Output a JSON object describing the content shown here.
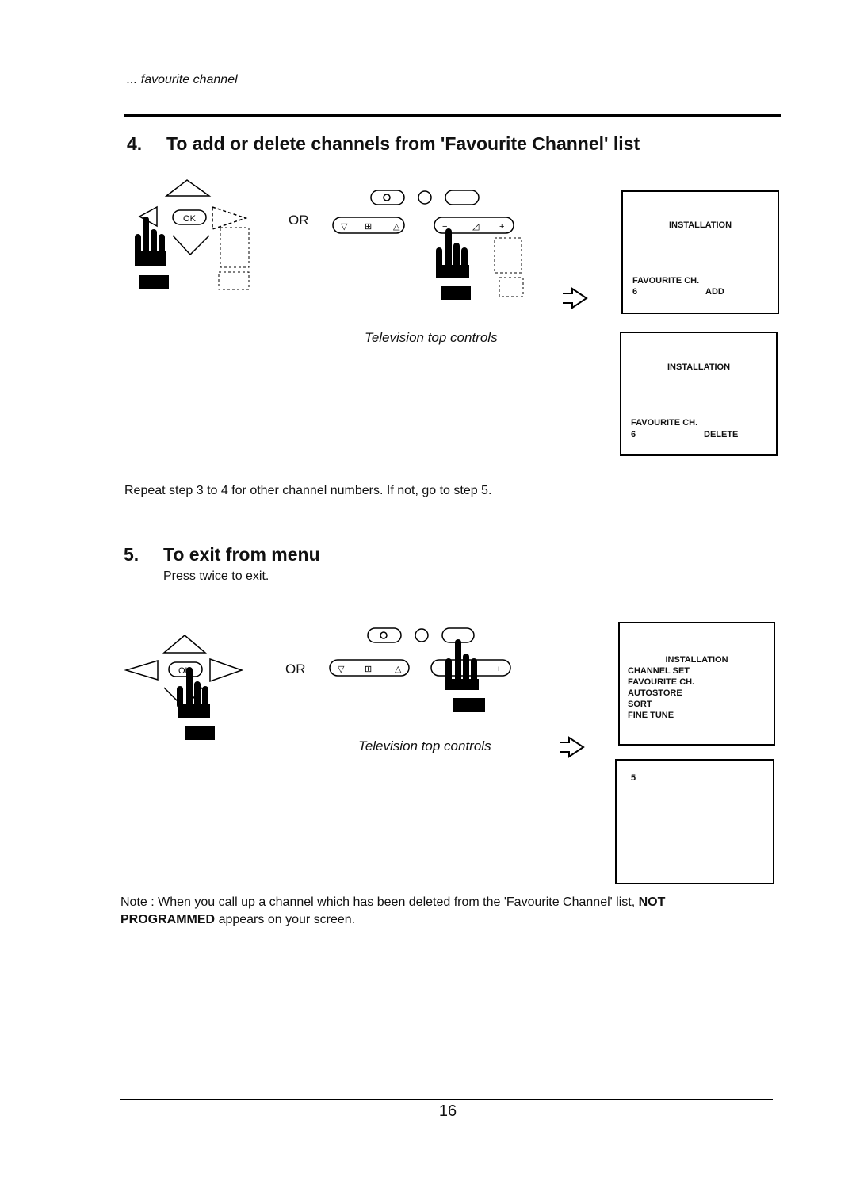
{
  "header": {
    "breadcrumb": "... favourite channel"
  },
  "step4": {
    "number": "4.",
    "title": "To add or delete channels from 'Favourite Channel' list",
    "or_label": "OR",
    "caption": "Television top controls",
    "remote_ok_label": "OK",
    "screens": [
      {
        "title": "INSTALLATION",
        "line1": "FAVOURITE CH.",
        "line2_num": "6",
        "line2_action": "ADD"
      },
      {
        "title": "INSTALLATION",
        "line1": "FAVOURITE CH.",
        "line2_num": "6",
        "line2_action": "DELETE"
      }
    ],
    "repeat_text": "Repeat step 3 to 4 for other channel numbers. If not, go to step 5."
  },
  "step5": {
    "number": "5.",
    "title": "To exit from menu",
    "subtitle": "Press twice to exit.",
    "or_label": "OR",
    "caption": "Television top controls",
    "remote_ok_label": "OK",
    "menu_screen": {
      "title": "INSTALLATION",
      "items": [
        "CHANNEL SET",
        "FAVOURITE CH.",
        "AUTOSTORE",
        "SORT",
        "FINE TUNE"
      ]
    },
    "channel_screen": {
      "number": "5"
    }
  },
  "note": {
    "prefix": "Note : When you call up a channel which has been deleted from the 'Favourite Channel' list,",
    "bold1": "NOT",
    "bold2": "PROGRAMMED",
    "suffix": "appears on your screen."
  },
  "footer": {
    "page_number": "16"
  }
}
